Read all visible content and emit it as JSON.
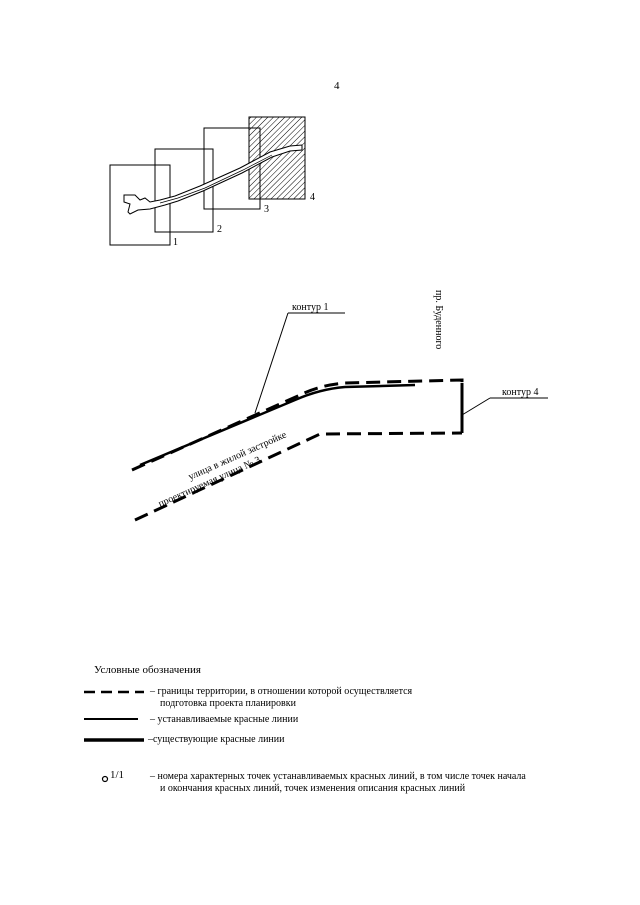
{
  "page": {
    "number": "4"
  },
  "overview": {
    "frame_labels": [
      "1",
      "2",
      "3",
      "4"
    ]
  },
  "detail": {
    "contour1_label": "контур 1",
    "contour4_label": "контур 4",
    "street_budennogo": "пр. Буденного",
    "street_residential": "улица в жилой застройке",
    "street_projected": "проектируемая улица № 3"
  },
  "legend": {
    "title": "Условные обозначения",
    "items": [
      {
        "symbol": "dashed-line",
        "text_line1": "– границы территории, в отношении которой осуществляется",
        "text_line2": "подготовка проекта планировки"
      },
      {
        "symbol": "thin-solid-line",
        "text_line1": "– устанавливаемые красные линии"
      },
      {
        "symbol": "thick-solid-line",
        "text_line1": "–существующие красные линии"
      },
      {
        "symbol": "point-marker",
        "marker_label": "1/1",
        "text_line1": "– номера характерных точек устанавливаемых красных линий, в том числе точек начала",
        "text_line2": "и окончания красных линий, точек изменения описания красных линий"
      }
    ]
  },
  "colors": {
    "ink": "#000000",
    "background": "#ffffff"
  }
}
